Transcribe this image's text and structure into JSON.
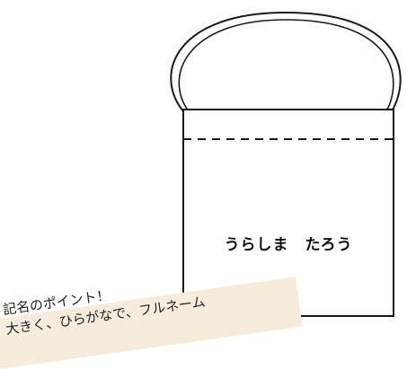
{
  "bag": {
    "name_label": "うらしま　たろう",
    "outline_color": "#1a1a1a",
    "fill_color": "#ffffff"
  },
  "note": {
    "line1": "記名のポイント！",
    "line2": "大きく、ひらがなで、フルネーム",
    "background_color": "#f5ecdc"
  }
}
